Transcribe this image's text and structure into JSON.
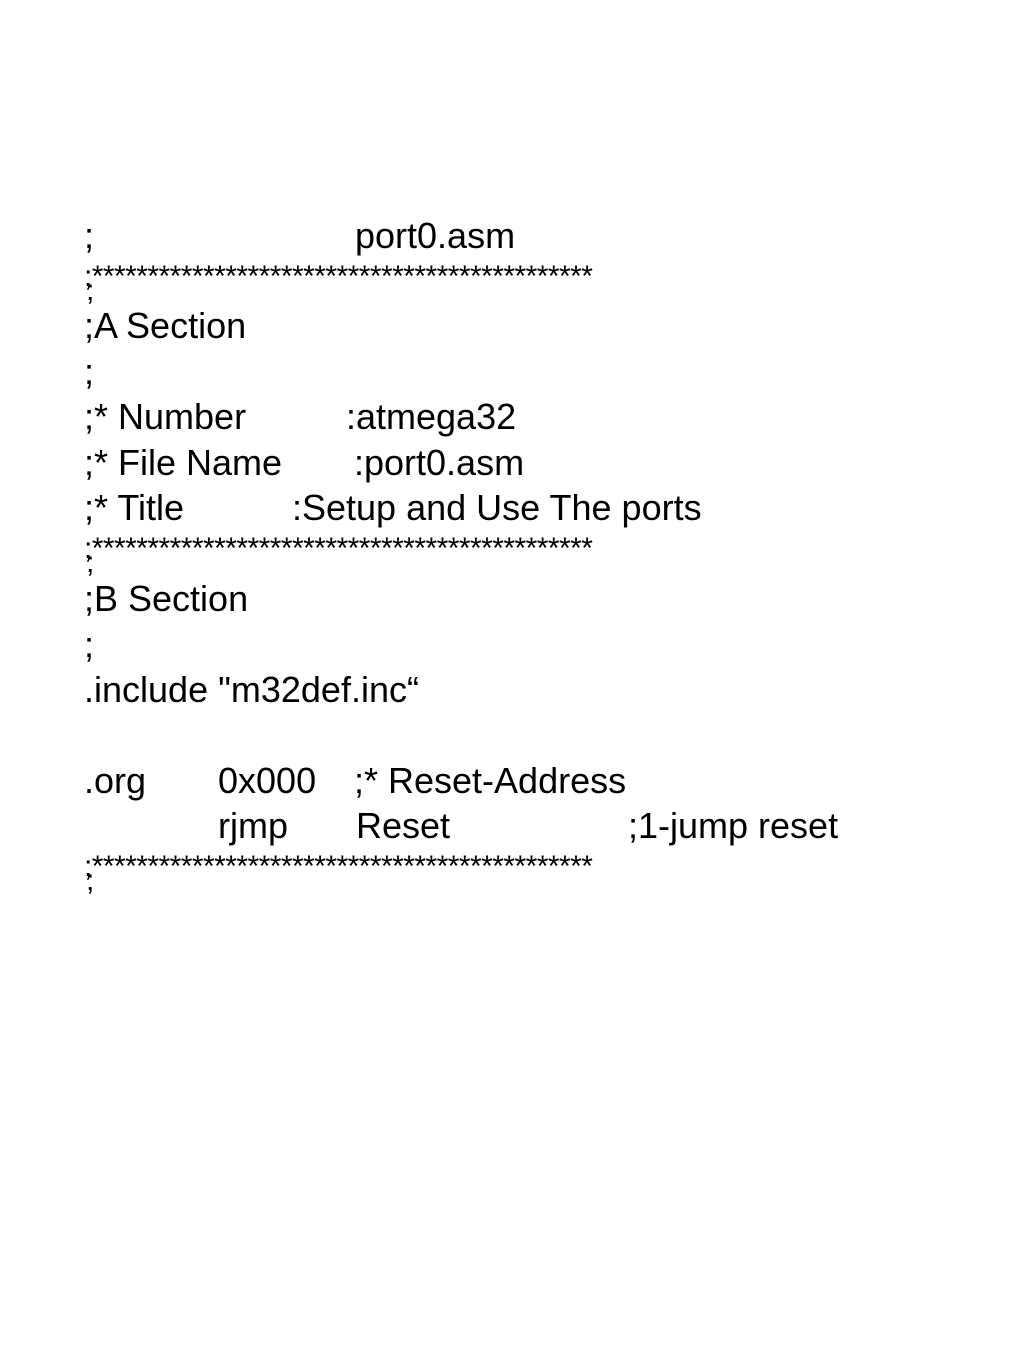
{
  "document": {
    "header": {
      "semicolon": ";",
      "filename": "port0.asm"
    },
    "separator": ";*********************************************",
    "separator_tail": ";",
    "section_a": {
      "label": ";A Section",
      "blank": ";",
      "number_key": ";* Number",
      "number_value": ":atmega32",
      "file_key": ";* File Name",
      "file_value": ":port0.asm",
      "title_key": ";* Title",
      "title_value": ":Setup and Use The ports"
    },
    "section_b": {
      "label": ";B Section",
      "blank": ";",
      "include": ".include \"m32def.inc“"
    },
    "org_line": {
      "directive": ".org",
      "address": "0x000",
      "comment": ";* Reset-Address"
    },
    "rjmp_line": {
      "instruction": "rjmp",
      "target": "Reset",
      "comment": ";1-jump reset"
    }
  }
}
